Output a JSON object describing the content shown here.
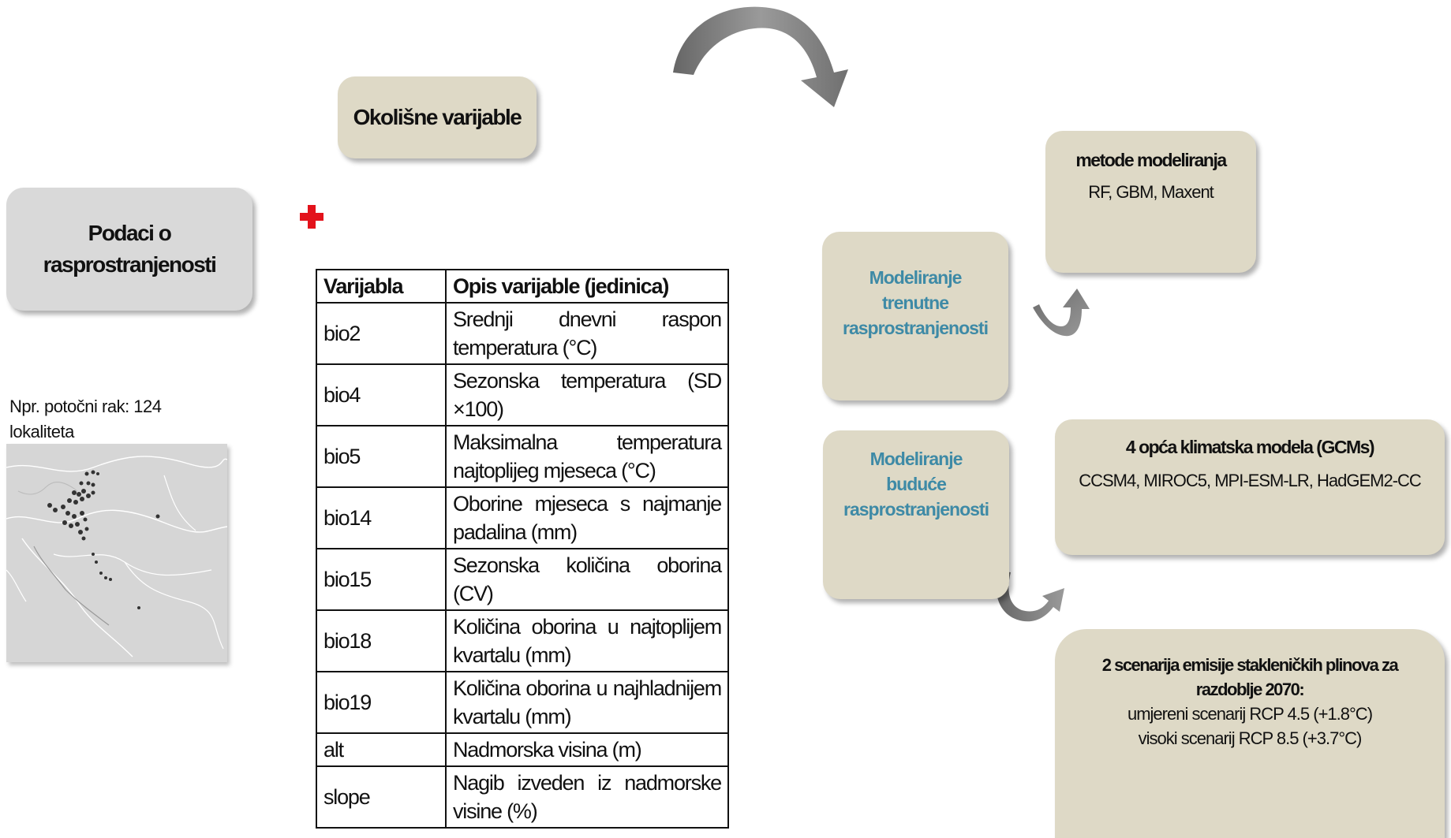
{
  "environmental_variables_box": {
    "title": "Okolišne varijable"
  },
  "distribution_data_box": {
    "title_line1": "Podaci o",
    "title_line2": "rasprostranjenosti"
  },
  "example": {
    "label_line1": "Npr. potočni rak: 124",
    "label_line2": "lokaliteta"
  },
  "plus_sign": {
    "color": "#e3121b"
  },
  "table": {
    "headers": [
      "Varijabla",
      "Opis varijable (jedinica)"
    ],
    "rows": [
      {
        "code": "bio2",
        "description": "Srednji dnevni raspon temperatura (°C)"
      },
      {
        "code": "bio4",
        "description": "Sezonska temperatura (SD ×100)"
      },
      {
        "code": "bio5",
        "description": "Maksimalna temperatura najtoplijeg mjeseca (°C)"
      },
      {
        "code": "bio14",
        "description": "Oborine mjeseca s najmanje padalina (mm)"
      },
      {
        "code": "bio15",
        "description": "Sezonska količina oborina (CV)"
      },
      {
        "code": "bio18",
        "description": "Količina oborina u najtoplijem kvartalu (mm)"
      },
      {
        "code": "bio19",
        "description": "Količina oborina u najhladnijem kvartalu (mm)"
      },
      {
        "code": "alt",
        "description": "Nadmorska visina (m)"
      },
      {
        "code": "slope",
        "description": "Nagib izveden iz nadmorske visine (%)"
      }
    ]
  },
  "modelling_methods_box": {
    "title": "metode modeliranja",
    "methods": "RF, GBM, Maxent"
  },
  "current_modelling_box": {
    "line1": "Modeliranje",
    "line2": "trenutne",
    "line3": "rasprostranjenosti"
  },
  "future_modelling_box": {
    "line1": "Modeliranje",
    "line2": "buduće",
    "line3": "rasprostranjenosti"
  },
  "gcm_box": {
    "title": "4 opća klimatska modela (GCMs)",
    "models": "CCSM4, MIROC5, MPI-ESM-LR, HadGEM2-CC"
  },
  "scenario_box": {
    "title": "2 scenarija emisije stakleničkih plinova za razdoblje 2070:",
    "line1": "umjereni scenarij RCP 4.5 (+1.8°C)",
    "line2": "visoki scenarij RCP 8.5 (+3.7°C)"
  },
  "colors": {
    "box_beige": "#ded9c6",
    "box_grey": "#d9d9d9",
    "accent_teal": "#3e8aa6",
    "arrow_grey": "#777777"
  },
  "icons": [
    "plus-icon",
    "curved-arrow-icon",
    "map-image"
  ]
}
